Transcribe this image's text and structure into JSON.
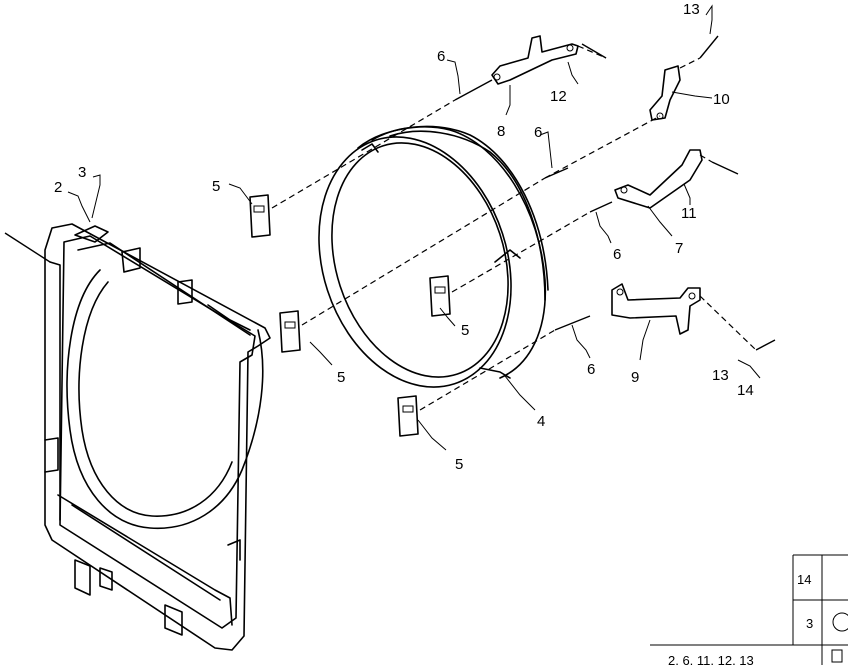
{
  "callouts": [
    {
      "id": "c2",
      "text": "2"
    },
    {
      "id": "c3",
      "text": "3"
    },
    {
      "id": "c4",
      "text": "4"
    },
    {
      "id": "c5a",
      "text": "5"
    },
    {
      "id": "c5b",
      "text": "5"
    },
    {
      "id": "c5c",
      "text": "5"
    },
    {
      "id": "c5d",
      "text": "5"
    },
    {
      "id": "c6a",
      "text": "6"
    },
    {
      "id": "c6b",
      "text": "6"
    },
    {
      "id": "c6c",
      "text": "6"
    },
    {
      "id": "c6d",
      "text": "6"
    },
    {
      "id": "c7",
      "text": "7"
    },
    {
      "id": "c8",
      "text": "8"
    },
    {
      "id": "c9",
      "text": "9"
    },
    {
      "id": "c10",
      "text": "10"
    },
    {
      "id": "c11",
      "text": "11"
    },
    {
      "id": "c12",
      "text": "12"
    },
    {
      "id": "c13a",
      "text": "13"
    },
    {
      "id": "c13b",
      "text": "13"
    },
    {
      "id": "c14",
      "text": "14"
    }
  ],
  "legend_table": {
    "rows": [
      {
        "ref": "14"
      },
      {
        "ref": "3"
      },
      {
        "ref": "2, 6, 11, 12, 13"
      }
    ]
  }
}
